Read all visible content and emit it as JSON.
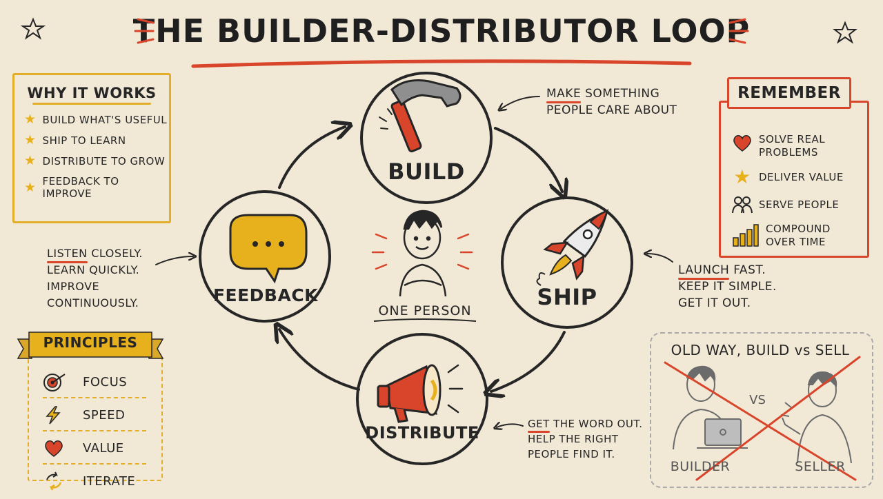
{
  "title": "THE BUILDER-DISTRIBUTOR LOOP",
  "center_label": "ONE PERSON",
  "nodes": {
    "build": "BUILD",
    "ship": "SHIP",
    "distribute": "DISTRIBUTE",
    "feedback": "FEEDBACK"
  },
  "notes": {
    "build": {
      "em": "MAKE",
      "line1_rest": " SOMETHING",
      "line2": "PEOPLE CARE ABOUT"
    },
    "ship": {
      "em": "LAUNCH",
      "line1_rest": " FAST.",
      "line2": "KEEP IT SIMPLE.",
      "line3": "GET IT OUT."
    },
    "distribute": {
      "em": "GET",
      "line1_rest": " THE WORD OUT.",
      "line2": "HELP THE RIGHT",
      "line3": "PEOPLE FIND IT."
    },
    "feedback": {
      "em": "LISTEN",
      "line1_rest": " CLOSELY.",
      "line2": "LEARN QUICKLY.",
      "line3": "IMPROVE",
      "line4": "CONTINUOUSLY."
    }
  },
  "why_it_works": {
    "title": "WHY IT WORKS",
    "items": [
      "BUILD WHAT'S USEFUL",
      "SHIP TO LEARN",
      "DISTRIBUTE TO GROW",
      "FEEDBACK TO IMPROVE"
    ]
  },
  "remember": {
    "title": "REMEMBER",
    "items": [
      {
        "icon": "heart-icon",
        "line1": "SOLVE REAL",
        "line2": "PROBLEMS"
      },
      {
        "icon": "star-icon",
        "line1": "DELIVER VALUE",
        "line2": ""
      },
      {
        "icon": "people-icon",
        "line1": "SERVE PEOPLE",
        "line2": ""
      },
      {
        "icon": "bar-chart-icon",
        "line1": "COMPOUND",
        "line2": "OVER TIME"
      }
    ]
  },
  "principles": {
    "title": "PRINCIPLES",
    "items": [
      {
        "icon": "target-icon",
        "label": "FOCUS"
      },
      {
        "icon": "lightning-icon",
        "label": "SPEED"
      },
      {
        "icon": "heart-icon",
        "label": "VALUE"
      },
      {
        "icon": "cycle-icon",
        "label": "ITERATE"
      }
    ]
  },
  "old_way": {
    "title": "OLD WAY, BUILD vs SELL",
    "vs": "VS",
    "left": "BUILDER",
    "right": "SELLER"
  },
  "colors": {
    "background": "#f1e8d6",
    "accent_red": "#d9452b",
    "accent_yellow": "#e7b01d",
    "ink": "#262626"
  }
}
